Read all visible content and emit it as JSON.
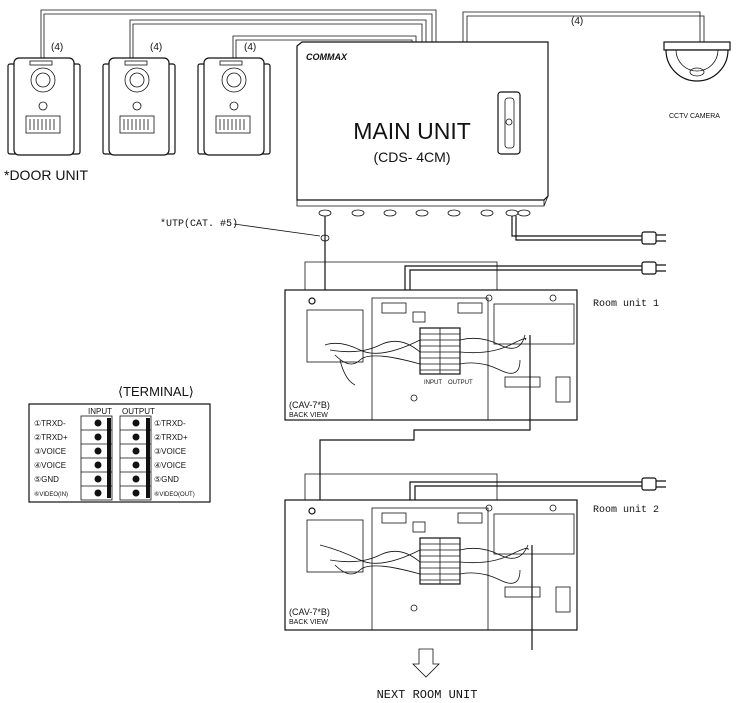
{
  "door_units": {
    "label": "*DOOR UNIT",
    "units": [
      {
        "cable": "(4)"
      },
      {
        "cable": "(4)"
      },
      {
        "cable": "(4)"
      }
    ]
  },
  "camera": {
    "label": "CCTV CAMERA",
    "cable": "(4)"
  },
  "main_unit": {
    "brand": "COMMAX",
    "title": "MAIN UNIT",
    "model": "(CDS- 4CM)"
  },
  "utp_label": "*UTP(CAT. #5)",
  "room_units": [
    {
      "label": "Room unit 1",
      "model": "(CAV-7*B)",
      "view": "BACK VIEW",
      "input_label": "INPUT",
      "output_label": "OUTPUT"
    },
    {
      "label": "Room unit 2",
      "model": "(CAV-7*B)",
      "view": "BACK VIEW"
    }
  ],
  "terminal": {
    "title": "⟨TERMINAL⟩",
    "input_header": "INPUT",
    "output_header": "OUTPUT",
    "input_pins": [
      "①TRXD-",
      "②TRXD+",
      "③VOICE",
      "④VOICE",
      "⑤GND",
      "⑥VIDEO(IN)"
    ],
    "output_pins": [
      "①TRXD-",
      "②TRXD+",
      "③VOICE",
      "④VOICE",
      "⑤GND",
      "⑥VIDEO(OUT)"
    ]
  },
  "next_label": "NEXT ROOM UNIT"
}
